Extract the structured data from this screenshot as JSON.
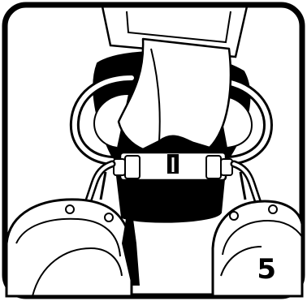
{
  "step": {
    "number": "5"
  },
  "colors": {
    "ink": "#000000",
    "paper": "#ffffff"
  },
  "illustration": {
    "subject": "strap-buckle-assembly",
    "parts": [
      "frame",
      "strap",
      "left-loop",
      "right-loop",
      "buckle-bar",
      "left-hook",
      "right-hook",
      "left-cup",
      "right-cup"
    ]
  }
}
